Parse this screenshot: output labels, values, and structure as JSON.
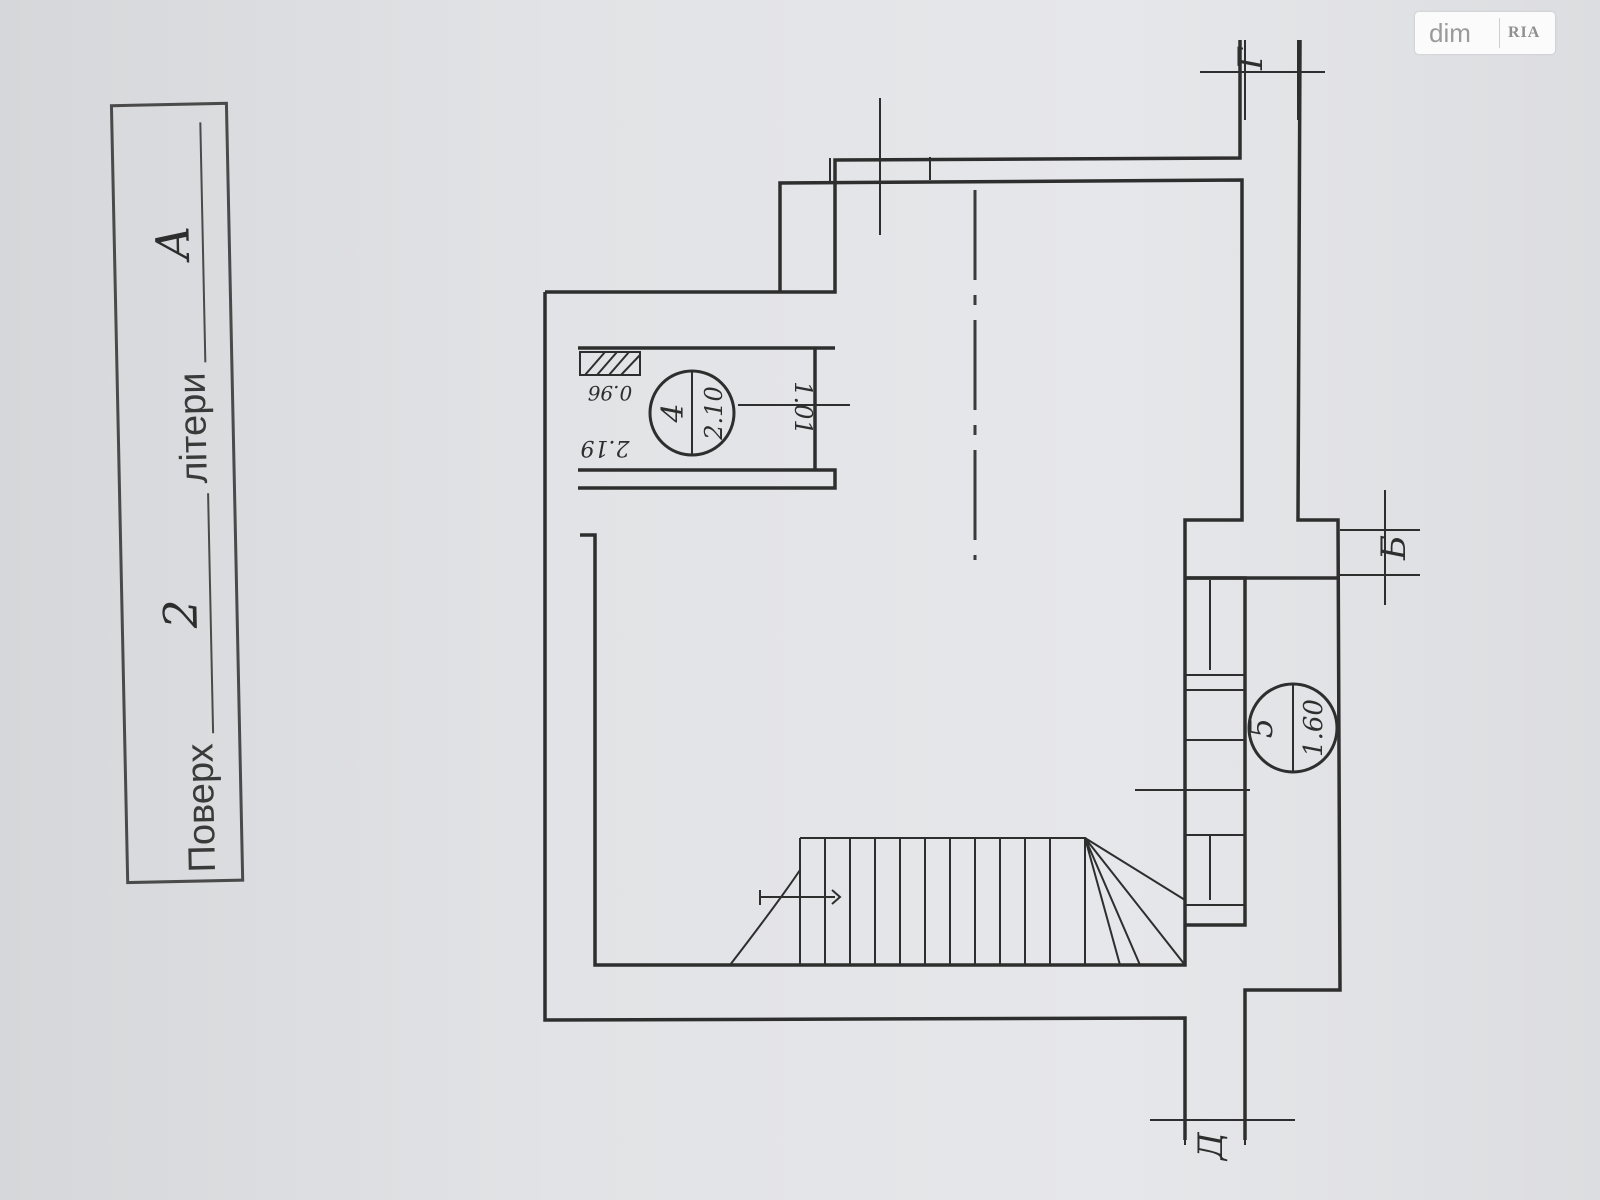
{
  "watermark": {
    "text": "dim",
    "logo": "RIA"
  },
  "title_block": {
    "floor_label": "Поверх",
    "floor_value": "2",
    "letter_label": "літери",
    "letter_value": "А"
  },
  "rooms": [
    {
      "number": "4",
      "area": "2.10",
      "dim_width": "2.19",
      "dim_depth": "0.96",
      "dim_side": "1.01"
    },
    {
      "number": "5",
      "area": "1.60"
    }
  ],
  "axis_marks": [
    "Г",
    "Б",
    "Д"
  ]
}
